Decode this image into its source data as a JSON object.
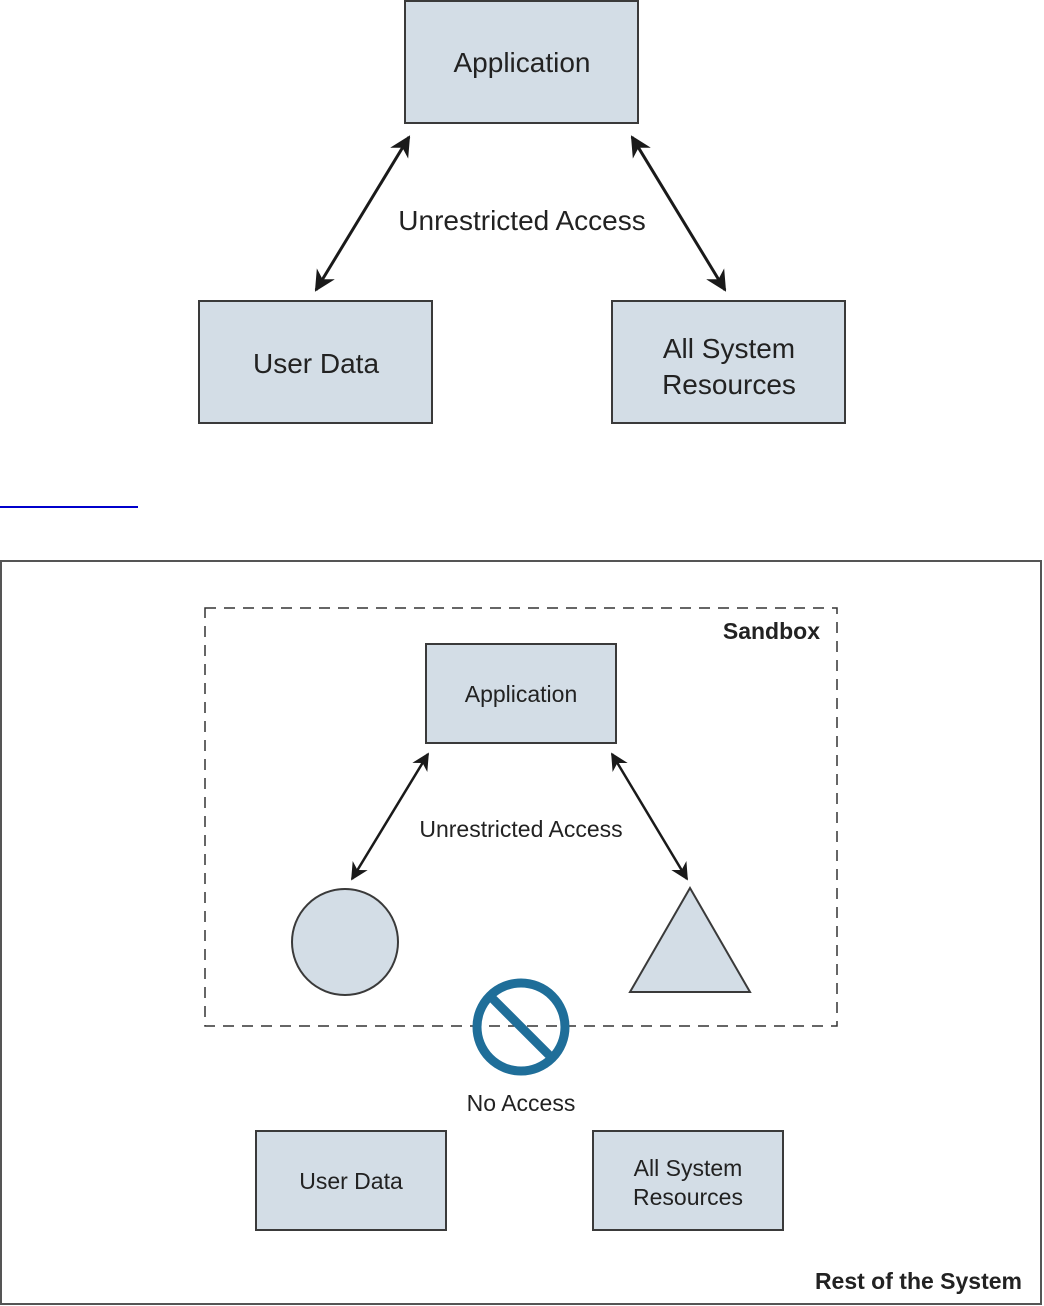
{
  "figure_top": {
    "application_label": "Application",
    "user_data_label": "User Data",
    "system_resources_label_line1": "All System",
    "system_resources_label_line2": "Resources",
    "access_label": "Unrestricted Access"
  },
  "figure_link": {
    "underline_color": "#0000cc"
  },
  "figure_bottom": {
    "outer_label": "Rest of the System",
    "sandbox_label": "Sandbox",
    "application_label": "Application",
    "access_label": "Unrestricted Access",
    "no_access_label": "No Access",
    "user_data_label": "User Data",
    "system_resources_label_line1": "All System",
    "system_resources_label_line2": "Resources"
  },
  "colors": {
    "box_fill": "#d3dde6",
    "no_access_icon": "#1f6e99",
    "text": "#222222"
  }
}
